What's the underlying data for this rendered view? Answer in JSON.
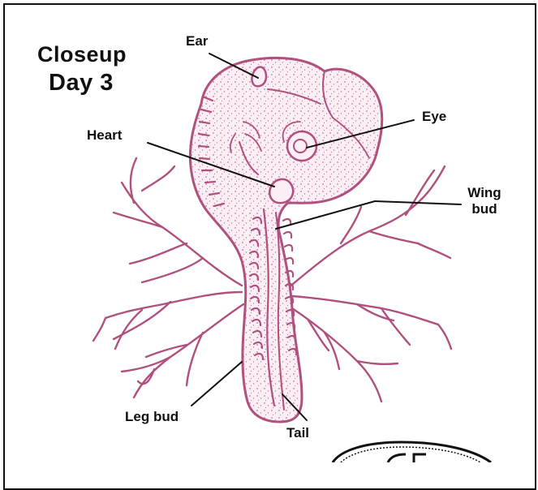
{
  "title": {
    "line1": "Closeup",
    "line2": "Day 3"
  },
  "labels": {
    "ear": "Ear",
    "eye": "Eye",
    "heart": "Heart",
    "wing_bud_line1": "Wing",
    "wing_bud_line2": "bud",
    "leg_bud": "Leg bud",
    "tail": "Tail"
  },
  "colors": {
    "embryo_outline": "#b0507e",
    "embryo_fill": "#fbeef4",
    "stipple": "#c06890",
    "text": "#111111",
    "border": "#111111"
  }
}
